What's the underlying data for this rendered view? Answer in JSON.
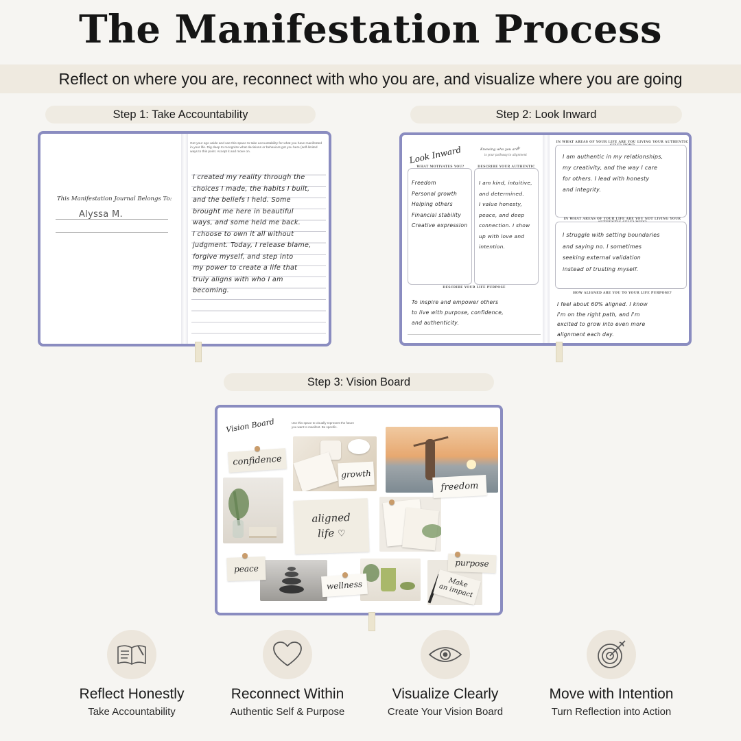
{
  "title": "The Manifestation Process",
  "subtitle": "Reflect on where you are, reconnect with who you are, and visualize where you are going",
  "steps": [
    {
      "label": "Step 1: Take Accountability"
    },
    {
      "label": "Step 2: Look Inward"
    },
    {
      "label": "Step 3: Vision Board"
    }
  ],
  "step1": {
    "belongs_to": "This Manifestation Journal Belongs To:",
    "owner": "Alyssa M.",
    "prompt": "Get your ego aside and use this space to take accountability for what you have manifested in your life. Dig deep to recognize what decisions or behaviors got you here (self-limited ways to this point. Accept it and move on.",
    "lines": [
      "I created my reality through the",
      "choices I made, the habits I built,",
      "and the beliefs I held. Some",
      "brought me here in beautiful",
      "ways, and some held me back.",
      "I choose to own it all without",
      "judgment. Today, I release blame,",
      "forgive myself, and step into",
      "my power to create a life that",
      "truly aligns with who I am",
      "becoming."
    ]
  },
  "step2": {
    "heading": "Look Inward",
    "subheading": "Knowing who you are",
    "subheading2": "is your pathway to alignment",
    "motivates_header": "WHAT MOTIVATES YOU?",
    "motivates": [
      "Freedom",
      "Personal growth",
      "Helping others",
      "Financial stability",
      "Creative expression"
    ],
    "authentic_header": "DESCRIBE YOUR AUTHENTIC SELF",
    "authentic": [
      "I am kind, intuitive,",
      "and determined.",
      "I value honesty,",
      "peace, and deep",
      "connection. I show",
      "up with love and",
      "intention."
    ],
    "purpose_header": "DESCRIBE YOUR LIFE PURPOSE",
    "purpose": [
      "To inspire and empower others",
      "to live with purpose, confidence,",
      "and authenticity."
    ],
    "living_header": "IN WHAT AREAS OF YOUR LIFE ARE YOU LIVING YOUR AUTHENTIC SELF? HOW?",
    "living": [
      "I am authentic in my relationships,",
      "my creativity, and the way I care",
      "for others. I lead with honesty",
      "and integrity."
    ],
    "not_living_header": "IN WHAT AREAS OF YOUR LIFE ARE YOU NOT LIVING YOUR AUTHENTIC SELF? WHY?",
    "not_living": [
      "I struggle with setting boundaries",
      "and saying no. I sometimes",
      "seeking external validation",
      "instead of trusting myself."
    ],
    "aligned_header": "HOW ALIGNED ARE YOU TO YOUR LIFE PURPOSE?",
    "aligned": [
      "I feel about 60% aligned. I know",
      "I'm on the right path, and I'm",
      "excited to grow into even more",
      "alignment each day."
    ]
  },
  "step3": {
    "heading": "Vision Board",
    "prompt": "Use this space to visually represent the future you want to manifest. Be specific.",
    "tags": {
      "confidence": "confidence",
      "growth": "growth",
      "freedom": "freedom",
      "aligned1": "aligned",
      "aligned2": "life",
      "peace": "peace",
      "wellness": "wellness",
      "purpose": "purpose",
      "impact1": "Make",
      "impact2": "an impact"
    }
  },
  "features": [
    {
      "title": "Reflect Honestly",
      "sub": "Take Accountability",
      "icon": "open-book-icon"
    },
    {
      "title": "Reconnect Within",
      "sub": "Authentic Self & Purpose",
      "icon": "heart-icon"
    },
    {
      "title": "Visualize Clearly",
      "sub": "Create Your Vision Board",
      "icon": "eye-icon"
    },
    {
      "title": "Move with Intention",
      "sub": "Turn Reflection into Action",
      "icon": "target-icon"
    }
  ],
  "colors": {
    "frame": "#8a8cc0",
    "band": "#efeae0",
    "pill": "#efebe2",
    "circle": "#ece6dc"
  }
}
